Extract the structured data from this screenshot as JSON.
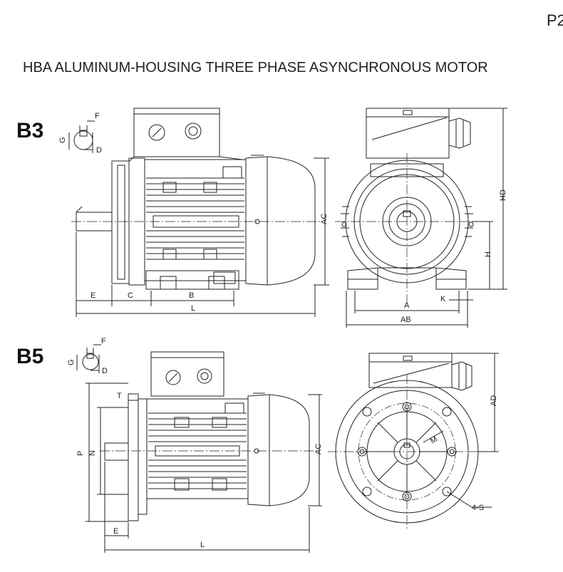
{
  "page_number": "P2",
  "title": "HBA ALUMINUM-HOUSING THREE PHASE ASYNCHRONOUS MOTOR",
  "sections": {
    "b3": {
      "label": "B3",
      "dims": {
        "F": "F",
        "G": "G",
        "D": "D",
        "E": "E",
        "C": "C",
        "B": "B",
        "L": "L",
        "AC": "AC",
        "HD": "HD",
        "H": "H",
        "A": "A",
        "AB": "AB",
        "K": "K"
      }
    },
    "b5": {
      "label": "B5",
      "dims": {
        "F": "F",
        "G": "G",
        "D": "D",
        "T": "T",
        "P": "P",
        "N": "N",
        "E": "E",
        "L": "L",
        "AC": "AC",
        "AD": "AD",
        "M": "M",
        "S": "4-S"
      }
    }
  }
}
